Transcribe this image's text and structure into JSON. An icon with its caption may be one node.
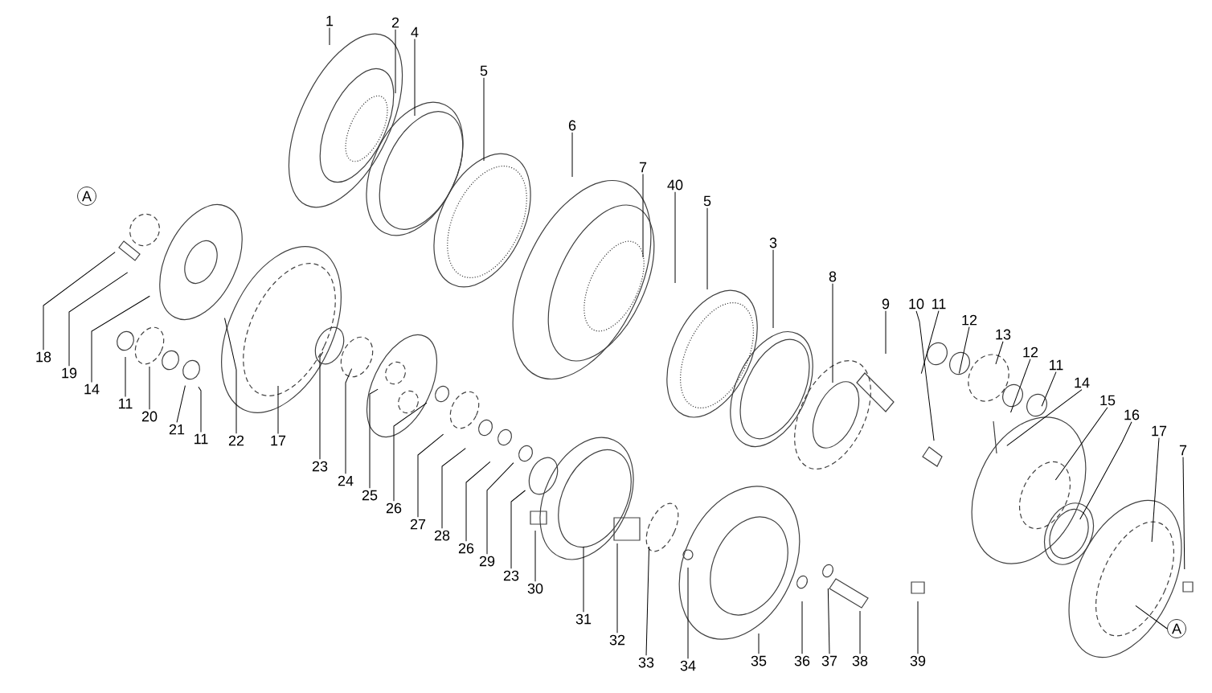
{
  "diagram": {
    "nodes": [
      {
        "text": [
          "1"
        ]
      },
      {
        "text": [
          "2"
        ]
      },
      {
        "text": [
          "4"
        ]
      },
      {
        "text": [
          "5"
        ]
      },
      {
        "text": [
          "6"
        ]
      },
      {
        "text": [
          "7"
        ]
      },
      {
        "text": [
          "40"
        ]
      },
      {
        "text": [
          "5"
        ]
      },
      {
        "text": [
          "3"
        ]
      },
      {
        "text": [
          "8"
        ]
      },
      {
        "text": [
          "9"
        ]
      },
      {
        "text": [
          "10"
        ]
      },
      {
        "text": [
          "11"
        ]
      },
      {
        "text": [
          "12"
        ]
      },
      {
        "text": [
          "13"
        ]
      },
      {
        "text": [
          "12"
        ]
      },
      {
        "text": [
          "11"
        ]
      },
      {
        "text": [
          "14"
        ]
      },
      {
        "text": [
          "15"
        ]
      },
      {
        "text": [
          "16"
        ]
      },
      {
        "text": [
          "17"
        ]
      },
      {
        "text": [
          "7"
        ]
      },
      {
        "text": [
          "A"
        ]
      },
      {
        "text": [
          "18"
        ]
      },
      {
        "text": [
          "19"
        ]
      },
      {
        "text": [
          "14"
        ]
      },
      {
        "text": [
          "11"
        ]
      },
      {
        "text": [
          "20"
        ]
      },
      {
        "text": [
          "21"
        ]
      },
      {
        "text": [
          "11"
        ]
      },
      {
        "text": [
          "22"
        ]
      },
      {
        "text": [
          "17"
        ]
      },
      {
        "text": [
          "23"
        ]
      },
      {
        "text": [
          "24"
        ]
      },
      {
        "text": [
          "25"
        ]
      },
      {
        "text": [
          "26"
        ]
      },
      {
        "text": [
          "27"
        ]
      },
      {
        "text": [
          "28"
        ]
      },
      {
        "text": [
          "26"
        ]
      },
      {
        "text": [
          "29"
        ]
      },
      {
        "text": [
          "23"
        ]
      },
      {
        "text": [
          "30"
        ]
      },
      {
        "text": [
          "31"
        ]
      },
      {
        "text": [
          "32"
        ]
      },
      {
        "text": [
          "33"
        ]
      },
      {
        "text": [
          "34"
        ]
      },
      {
        "text": [
          "35"
        ]
      },
      {
        "text": [
          "36"
        ]
      },
      {
        "text": [
          "37"
        ]
      },
      {
        "text": [
          "38"
        ]
      },
      {
        "text": [
          "39"
        ]
      },
      {
        "text": [
          "A"
        ]
      }
    ],
    "edges": [
      {
        "from": 0,
        "to": null,
        "arrow": "none"
      },
      {
        "from": 1,
        "to": null,
        "arrow": "none"
      },
      {
        "from": 2,
        "to": null,
        "arrow": "none"
      },
      {
        "from": 3,
        "to": null,
        "arrow": "none"
      },
      {
        "from": 4,
        "to": null,
        "arrow": "none"
      },
      {
        "from": 5,
        "to": null,
        "arrow": "none"
      },
      {
        "from": 6,
        "to": null,
        "arrow": "none"
      },
      {
        "from": 7,
        "to": null,
        "arrow": "none"
      },
      {
        "from": 8,
        "to": null,
        "arrow": "none"
      },
      {
        "from": 9,
        "to": null,
        "arrow": "none"
      },
      {
        "from": 10,
        "to": null,
        "arrow": "none"
      },
      {
        "from": 11,
        "to": null,
        "arrow": "none"
      },
      {
        "from": 12,
        "to": null,
        "arrow": "none"
      },
      {
        "from": 13,
        "to": null,
        "arrow": "none"
      },
      {
        "from": 14,
        "to": null,
        "arrow": "none"
      },
      {
        "from": 15,
        "to": null,
        "arrow": "none"
      },
      {
        "from": 16,
        "to": null,
        "arrow": "none"
      },
      {
        "from": 17,
        "to": null,
        "arrow": "none"
      },
      {
        "from": 18,
        "to": null,
        "arrow": "none"
      },
      {
        "from": 19,
        "to": null,
        "arrow": "none"
      },
      {
        "from": 20,
        "to": null,
        "arrow": "none"
      },
      {
        "from": 21,
        "to": null,
        "arrow": "none"
      },
      {
        "from": 23,
        "to": null,
        "arrow": "none"
      },
      {
        "from": 24,
        "to": null,
        "arrow": "none"
      },
      {
        "from": 25,
        "to": null,
        "arrow": "none"
      },
      {
        "from": 26,
        "to": null,
        "arrow": "none"
      },
      {
        "from": 27,
        "to": null,
        "arrow": "none"
      },
      {
        "from": 28,
        "to": null,
        "arrow": "none"
      },
      {
        "from": 29,
        "to": null,
        "arrow": "none"
      },
      {
        "from": 30,
        "to": null,
        "arrow": "none"
      },
      {
        "from": 31,
        "to": null,
        "arrow": "none"
      },
      {
        "from": 32,
        "to": null,
        "arrow": "none"
      },
      {
        "from": 33,
        "to": null,
        "arrow": "none"
      },
      {
        "from": 34,
        "to": null,
        "arrow": "none"
      },
      {
        "from": 35,
        "to": null,
        "arrow": "none"
      },
      {
        "from": 36,
        "to": null,
        "arrow": "none"
      },
      {
        "from": 37,
        "to": null,
        "arrow": "none"
      },
      {
        "from": 38,
        "to": null,
        "arrow": "none"
      },
      {
        "from": 39,
        "to": null,
        "arrow": "none"
      },
      {
        "from": 40,
        "to": null,
        "arrow": "none"
      },
      {
        "from": 41,
        "to": null,
        "arrow": "none"
      },
      {
        "from": 42,
        "to": null,
        "arrow": "none"
      },
      {
        "from": 43,
        "to": null,
        "arrow": "none"
      },
      {
        "from": 44,
        "to": null,
        "arrow": "none"
      },
      {
        "from": 45,
        "to": null,
        "arrow": "none"
      },
      {
        "from": 46,
        "to": null,
        "arrow": "none"
      },
      {
        "from": 47,
        "to": null,
        "arrow": "none"
      },
      {
        "from": 48,
        "to": null,
        "arrow": "none"
      },
      {
        "from": 49,
        "to": null,
        "arrow": "none"
      },
      {
        "from": 50,
        "to": null,
        "arrow": "none"
      },
      {
        "from": 51,
        "to": null,
        "arrow": "none"
      }
    ]
  }
}
